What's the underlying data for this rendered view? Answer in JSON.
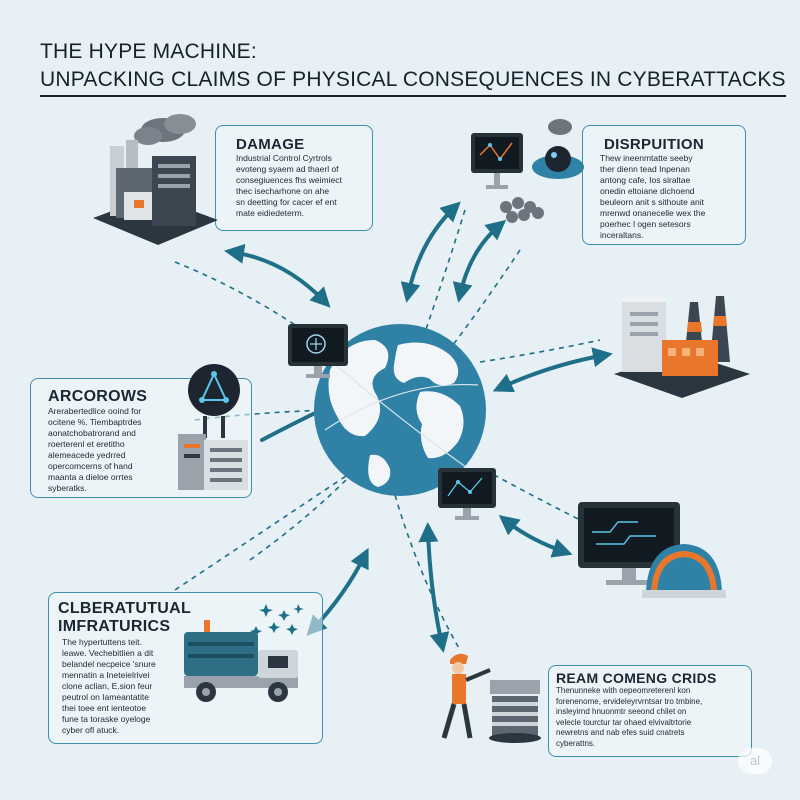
{
  "title": {
    "line1": "THE HYPE MACHINE:",
    "line2": "UNPACKING CLAIMS OF PHYSICAL CONSEQUENCES IN CYBERATTACKS"
  },
  "panels": {
    "damage": {
      "heading": "DAMAGE",
      "lines": [
        "Industrial Control Cyrtrols",
        "evoteng syaem ad thaerl of",
        "consegiuences fhs weimiect",
        "thec isecharhone on ahe",
        "sn deetting for cacer ef ent",
        "mate eidiedeterm."
      ]
    },
    "disruption": {
      "heading": "DISRPUITION",
      "lines": [
        "Thew ineenmtatte seeby",
        "ther dienn tead Inpenan",
        "antong cafe, Ios siraltae",
        "onedin eltoiane dichoend",
        "beuleorn anit s sithoute anit",
        "mrenwd onanecelle wex the",
        "poerhec l ogen setesors",
        "inceraltans."
      ]
    },
    "arcorows": {
      "heading": "ARCOROWS",
      "lines": [
        "Arerabertedlice ooind for",
        "ocitene %. Tiembaptrdes",
        "aonatchobatrorand and",
        "roerterenl et eretitho",
        "alemeacede yedrred",
        "opercomcerns of hand",
        "maanta a dieloe orrtes",
        "syberatks."
      ]
    },
    "infrastructure": {
      "heading_line1": "CLBERATUTUAL",
      "heading_line2": "IMFRATURICS",
      "lines": [
        "The hypertuttens teit.",
        "leawe. Vechebitlien a dit",
        "belandel necpeice 'snure",
        "mennatin a Ineteielrivei",
        "clone aclian, E.sion feur",
        "peutrol on Iameantatite",
        "thei toee ent ienteotoe",
        "fune ta toraske oyeloge",
        "cyber ofl atuck."
      ]
    },
    "grids": {
      "heading": "REAM COMENG CRIDS",
      "lines": [
        "Thenunneke with oepeomreterenl kon",
        "forenenome, ervideleyrvrntsar tro tmbine,",
        "insleyirnd hnuonmtr seeond chilet on",
        "velecle tourctur tar ohaed elvivaltrtorie",
        "newretns and nab efes suid cnatrets",
        "cyberattns."
      ]
    }
  },
  "badge": "al",
  "colors": {
    "background": "#e6f0f5",
    "accent": "#1e6f87",
    "panel_border": "#3f8fb0",
    "orange": "#e9772b",
    "globe_ocean": "#2f82a6",
    "globe_land": "#f2f6f8"
  },
  "icons": [
    "factory-icon",
    "computer-monitor-icon",
    "globe-icon",
    "circuit-board-icon",
    "power-plant-icon",
    "network-computer-icon",
    "truck-icon",
    "worker-icon",
    "server-rack-icon",
    "cloud-icon"
  ]
}
